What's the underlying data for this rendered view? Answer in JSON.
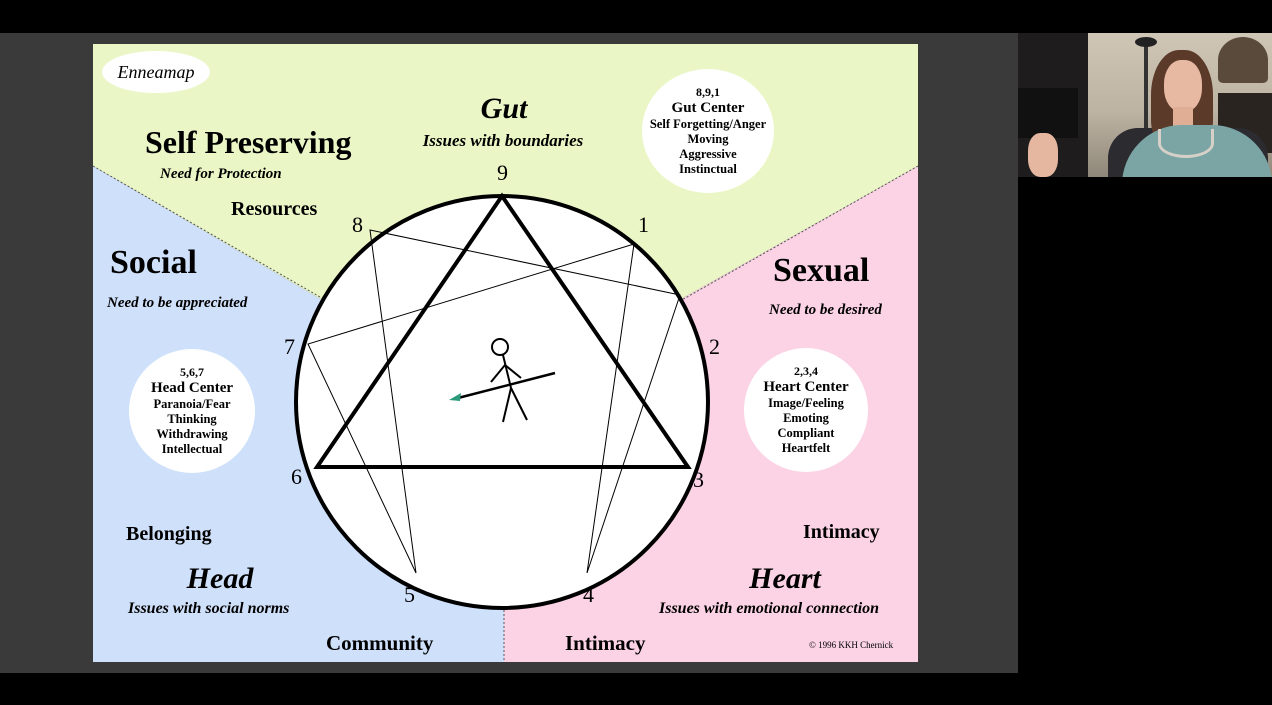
{
  "slide": {
    "badge": "Enneamap",
    "colors": {
      "gut": "#eaf6c6",
      "social": "#cfe0fa",
      "heart": "#fbd3e4"
    },
    "gut": {
      "title": "Gut",
      "subtitle": "Issues with boundaries",
      "bubble": {
        "numbers": "8,9,1",
        "title": "Gut Center",
        "lines": [
          "Self Forgetting/Anger",
          "Moving",
          "Aggressive",
          "Instinctual"
        ]
      }
    },
    "self_preserving": {
      "title": "Self Preserving",
      "subtitle": "Need for Protection",
      "resources": "Resources"
    },
    "social": {
      "title": "Social",
      "subtitle": "Need to be appreciated"
    },
    "sexual": {
      "title": "Sexual",
      "subtitle": "Need to be desired"
    },
    "head": {
      "title": "Head",
      "subtitle": "Issues with social norms",
      "belonging": "Belonging",
      "community": "Community",
      "bubble": {
        "numbers": "5,6,7",
        "title": "Head Center",
        "lines": [
          "Paranoia/Fear",
          "Thinking",
          "Withdrawing",
          "Intellectual"
        ]
      }
    },
    "heart": {
      "title": "Heart",
      "subtitle": "Issues with emotional connection",
      "intimacy_right": "Intimacy",
      "intimacy_bottom": "Intimacy",
      "bubble": {
        "numbers": "2,3,4",
        "title": "Heart Center",
        "lines": [
          "Image/Feeling",
          "Emoting",
          "Compliant",
          "Heartfelt"
        ]
      }
    },
    "points": {
      "p1": "1",
      "p2": "2",
      "p3": "3",
      "p4": "4",
      "p5": "5",
      "p6": "6",
      "p7": "7",
      "p8": "8",
      "p9": "9"
    },
    "copyright": "© 1996 KKH Chernick"
  },
  "webcam": {
    "icon": "participant-video-icon"
  }
}
